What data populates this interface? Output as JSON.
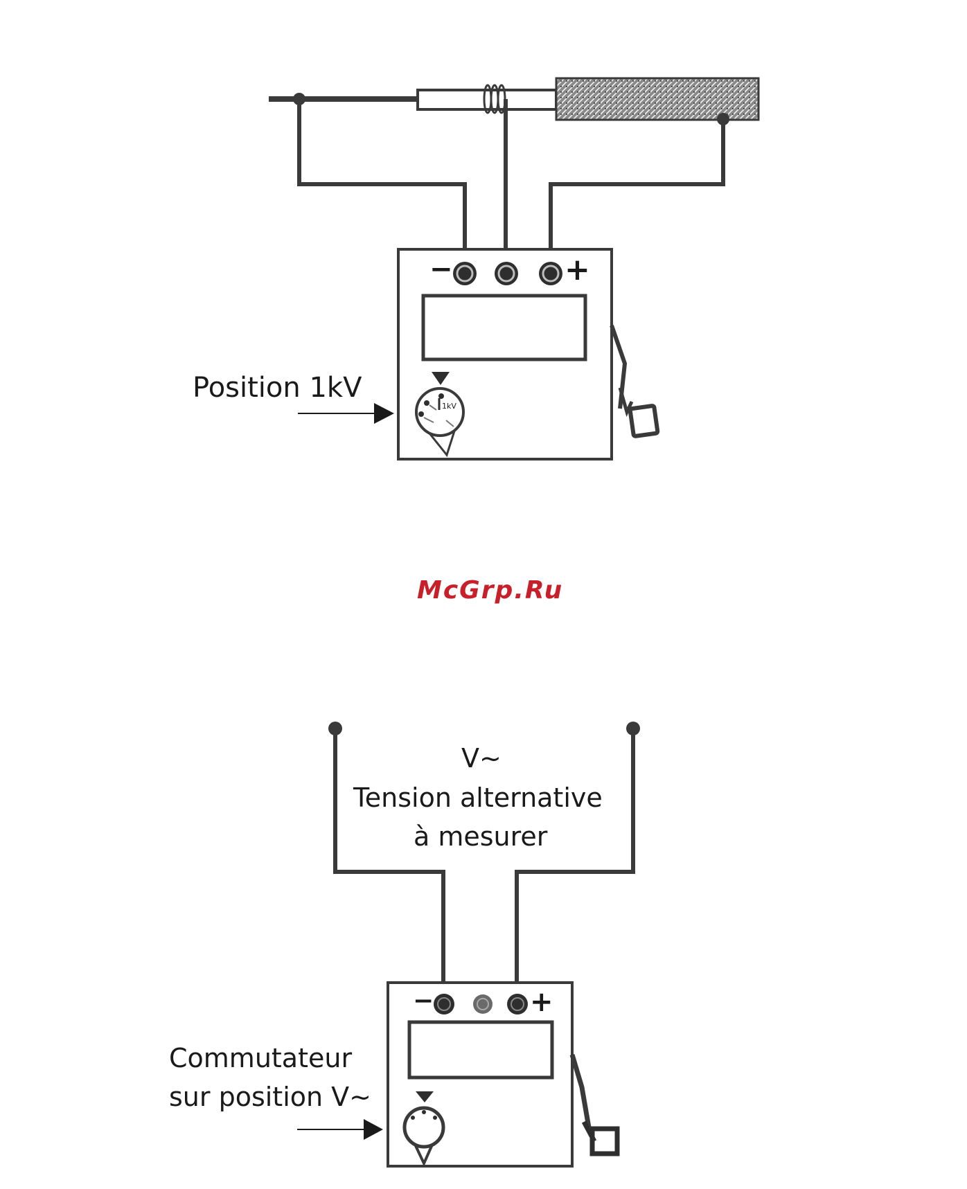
{
  "watermark": {
    "text": "McGrp.Ru",
    "color": "#c8202a"
  },
  "diagram_top": {
    "terminal_minus": "−",
    "terminal_plus": "+",
    "dial_mark": "1kV",
    "position_label": "Position 1kV"
  },
  "diagram_bottom": {
    "terminal_minus": "−",
    "terminal_plus": "+",
    "voltage_symbol": "V~",
    "voltage_line1": "Tension alternative",
    "voltage_line2": "à mesurer",
    "switch_line1": "Commutateur",
    "switch_line2": "sur position V~"
  },
  "colors": {
    "wire": "#3a3a3a",
    "cable_shield": "#555555"
  }
}
